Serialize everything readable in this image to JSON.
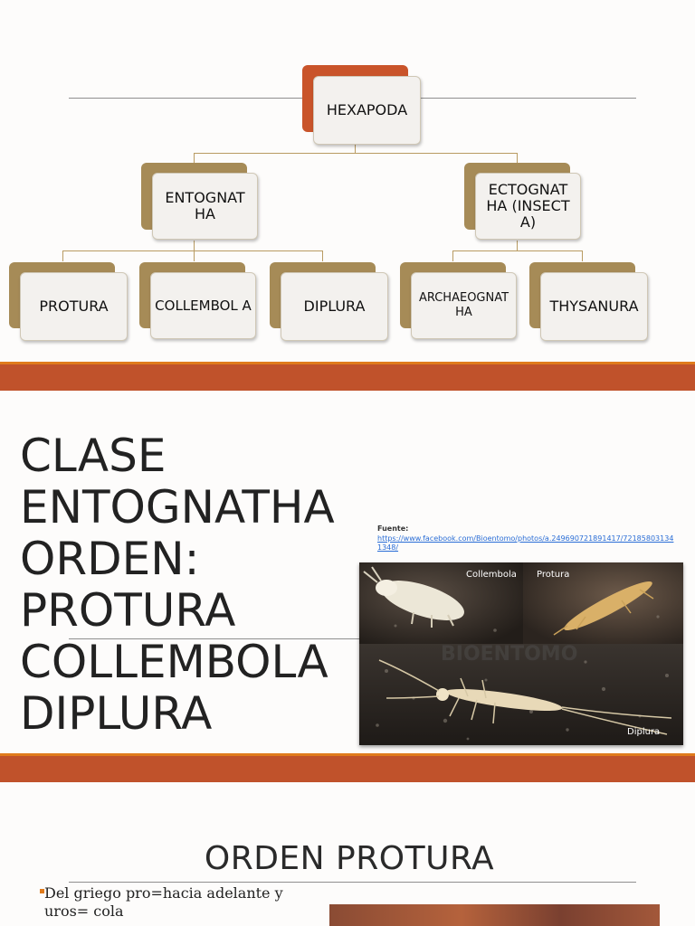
{
  "diagram": {
    "root": "HEXAPODA",
    "left_branch": "ENTOGNAT HA",
    "right_branch": "ECTOGNAT HA (INSECTA)",
    "left_children": [
      "PROTURA",
      "COLLEMBOL A",
      "DIPLURA"
    ],
    "right_children": [
      "ARCHAEOGNAT HA",
      "THYSANURA"
    ]
  },
  "section2": {
    "title_lines": [
      "CLASE",
      "ENTOGNATHA",
      "ORDEN:",
      "PROTURA",
      "COLLEMBOLA",
      "DIPLURA"
    ],
    "source_label": "Fuente:",
    "source_url": "https://www.facebook.com/Bioentomo/photos/a.249690721891417/721858031341348/",
    "photo_labels": {
      "collembola": "Collembola",
      "protura": "Protura",
      "diplura": "Diplura"
    },
    "watermark": "BIOENTOMO"
  },
  "section3": {
    "title": "ORDEN PROTURA",
    "bullet_text": "Del griego pro=hacia adelante y uros= cola"
  },
  "colors": {
    "band": "#c0522b",
    "band_accent": "#e07b1c",
    "node_back": "#a68b57",
    "root_back": "#c9542a"
  }
}
